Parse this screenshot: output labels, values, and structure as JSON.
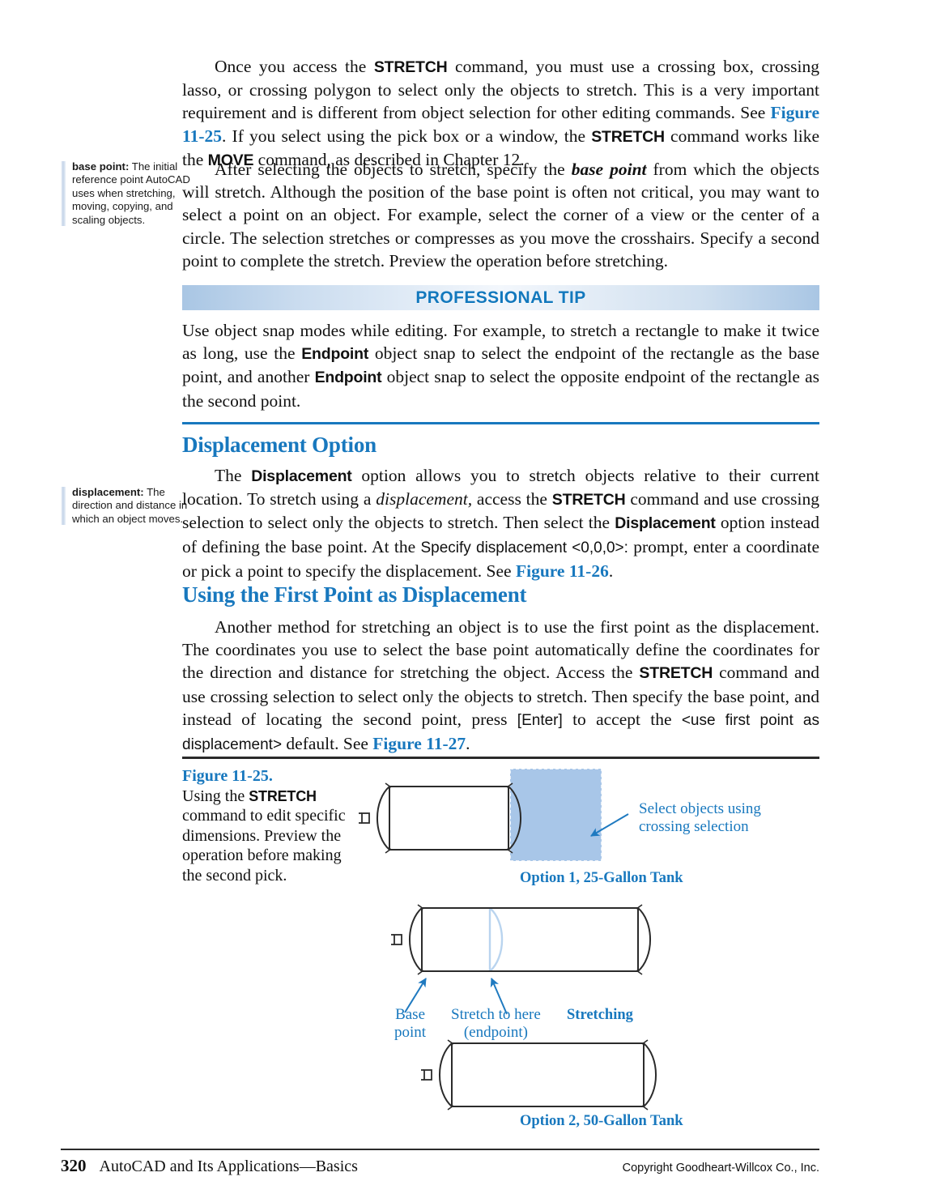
{
  "colors": {
    "accent_blue": "#1878be",
    "tip_title_blue": "#1278bd",
    "selection_fill": "#a8c6e8",
    "selection_border": "#2f7fc1",
    "line_black": "#2b2b2b",
    "ghost_blue": "#b9d4ef"
  },
  "paragraphs": {
    "p1": {
      "t1": "Once you access the ",
      "b1": "STRETCH",
      "t2": " command, you must use a crossing box, crossing lasso, or crossing polygon to select only the objects to stretch. This is a very important requirement and is different from object selection for other editing commands. See ",
      "ref1": "Figure 11-25",
      "t3": ". If you select using the pick box or a window, the ",
      "b2": "STRETCH",
      "t4": " command works like the ",
      "b3": "MOVE",
      "t5": " command, as described in Chapter 12."
    },
    "p2": {
      "t1": "After selecting the objects to stretch, specify the ",
      "i1": "base point",
      "t2": " from which the objects will stretch. Although the position of the base point is often not critical, you may want to select a point on an object. For example, select the corner of a view or the center of a circle. The selection stretches or compresses as you move the crosshairs. Specify a second point to complete the stretch. Preview the operation before stretching."
    },
    "p3": {
      "t1": "The ",
      "b1": "Displacement",
      "t2": " option allows you to stretch objects relative to their current location. To stretch using a ",
      "i1": "displacement,",
      "t3": " access the ",
      "b2": "STRETCH",
      "t4": " command and use crossing selection to select only the objects to stretch. Then select the ",
      "b3": "Displacement",
      "t5": " option instead of defining the base point. At the ",
      "s1": "Specify displacement <0,0,0>:",
      "t6": " prompt, enter a coordinate or pick a point to specify the displacement. See ",
      "ref1": "Figure 11-26",
      "t7": "."
    },
    "p4": {
      "t1": "Another method for stretching an object is to use the first point as the displacement. The coordinates you use to select the base point automatically define the coordinates for the direction and distance for stretching the object. Access the ",
      "b1": "STRETCH",
      "t2": " command and use crossing selection to select only the objects to stretch. Then specify the base point, and instead of locating the second point, press ",
      "s1": "[Enter]",
      "t3": " to accept the ",
      "s2": "<use first point as displacement>",
      "t4": " default. See ",
      "ref1": "Figure 11-27",
      "t5": "."
    }
  },
  "margin_notes": [
    {
      "term": "base point:",
      "definition": " The initial reference point AutoCAD uses when stretching, moving, copying, and scaling objects."
    },
    {
      "term": "displacement:",
      "definition": " The direction and distance in which an object moves."
    }
  ],
  "professional_tip": {
    "title": "PROFESSIONAL TIP",
    "body": {
      "t1": "Use object snap modes while editing. For example, to stretch a rectangle to make it twice as long, use the ",
      "b1": "Endpoint",
      "t2": " object snap to select the endpoint of the rectangle as the base point, and another ",
      "b2": "Endpoint",
      "t3": " object snap to select the opposite endpoint of the rectangle as the second point."
    }
  },
  "headings": {
    "displacement_option": "Displacement Option",
    "first_point": "Using the First Point as Displacement"
  },
  "figure": {
    "number": "Figure 11-25.",
    "caption": {
      "t1": "Using the ",
      "b1": "STRETCH",
      "t2": " command to edit specific dimensions. Preview the operation before making the second pick."
    },
    "callouts": {
      "crossing_selection_line1": "Select objects using",
      "crossing_selection_line2": "crossing selection",
      "base_point_line1": "Base",
      "base_point_line2": "point",
      "stretch_here_line1": "Stretch to here",
      "stretch_here_line2": "(endpoint)"
    },
    "labels": {
      "option1": "Option 1, 25-Gallon Tank",
      "stretching": "Stretching",
      "option2": "Option 2, 50-Gallon Tank"
    }
  },
  "footer": {
    "page_number": "320",
    "running_head": "AutoCAD and Its Applications—Basics",
    "copyright": "Copyright Goodheart-Willcox Co., Inc."
  }
}
